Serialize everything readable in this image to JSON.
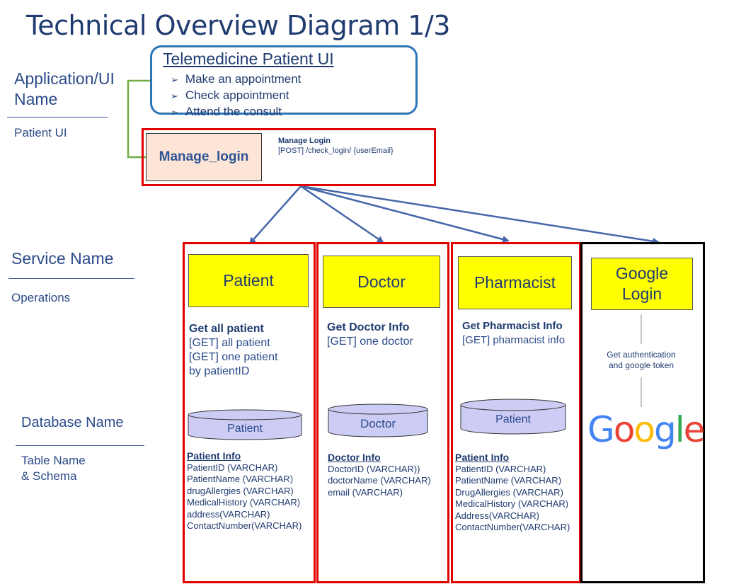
{
  "title": "Technical Overview Diagram 1/3",
  "legend": {
    "app_label_line1": "Application/UI",
    "app_label_line2": "Name",
    "app_sublabel": "Patient UI",
    "service_label": "Service Name",
    "service_sublabel": "Operations",
    "db_label": "Database Name",
    "table_label_line1": "Table Name",
    "table_label_line2": "& Schema"
  },
  "ui": {
    "title": "Telemedicine Patient UI",
    "features": [
      "Make an appointment",
      "Check appointment",
      "Attend the consult"
    ]
  },
  "login": {
    "name": "Manage_login",
    "op_title": "Manage Login",
    "op_endpoint": "[POST] /check_login/ {userEmail}"
  },
  "services": [
    {
      "name": "Patient",
      "op_title": "Get all patient",
      "op_lines": [
        "[GET] all patient",
        "[GET] one patient",
        "by patientID"
      ],
      "db": "Patient",
      "table_title": "Patient Info",
      "schema": [
        "PatientID (VARCHAR)",
        "PatientName (VARCHAR)",
        "drugAllergies (VARCHAR)",
        "MedicalHistory (VARCHAR)",
        "address(VARCHAR)",
        "ContactNumber(VARCHAR)"
      ]
    },
    {
      "name": "Doctor",
      "op_title": "Get Doctor Info",
      "op_lines": [
        "[GET] one doctor"
      ],
      "db": "Doctor",
      "table_title": "Doctor Info",
      "schema": [
        "DoctorID (VARCHAR))",
        "doctorName (VARCHAR)",
        "email (VARCHAR)"
      ]
    },
    {
      "name": "Pharmacist",
      "op_title": "Get Pharmacist Info",
      "op_lines": [
        "[GET] pharmacist info"
      ],
      "db": "Patient",
      "table_title": "Patient Info",
      "schema": [
        "PatientID (VARCHAR)",
        "PatientName (VARCHAR)",
        "DrugAllergies (VARCHAR)",
        "MedicalHistory (VARCHAR)",
        "Address(VARCHAR)",
        "ContactNumber(VARCHAR)"
      ]
    },
    {
      "name_line1": "Google",
      "name_line2": "Login",
      "op_line1": "Get authentication",
      "op_line2": "and google token",
      "logo": [
        "G",
        "o",
        "o",
        "g",
        "l",
        "e"
      ]
    }
  ],
  "colors": {
    "frame_red": "#e00000",
    "ui_border": "#2e75b6",
    "service_fill": "#ffff00",
    "db_fill": "#ccccf5",
    "login_fill": "#fce4d6",
    "connector_green": "#70ad47",
    "arrow_blue": "#4466aa",
    "google_blue": "#4285f4",
    "google_red": "#ea4335",
    "google_yellow": "#fbbc05",
    "google_green": "#34a853"
  }
}
